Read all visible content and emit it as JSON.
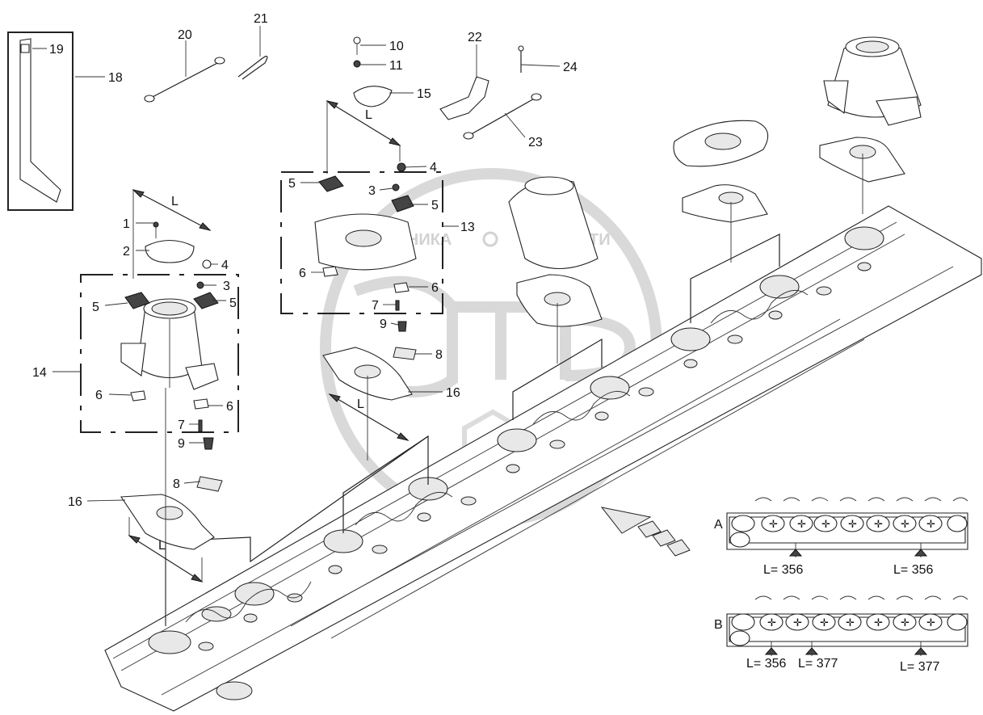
{
  "callouts": {
    "c1": "1",
    "c2": "2",
    "c3a": "3",
    "c3b": "3",
    "c4a": "4",
    "c4b": "4",
    "c5a": "5",
    "c5b": "5",
    "c5c": "5",
    "c5d": "5",
    "c6a": "6",
    "c6b": "6",
    "c6c": "6",
    "c6d": "6",
    "c7a": "7",
    "c7b": "7",
    "c8a": "8",
    "c8b": "8",
    "c9a": "9",
    "c9b": "9",
    "c10": "10",
    "c11": "11",
    "c13": "13",
    "c14": "14",
    "c15": "15",
    "c16a": "16",
    "c16b": "16",
    "c18": "18",
    "c19": "19",
    "c20": "20",
    "c21": "21",
    "c22": "22",
    "c23": "23",
    "c24": "24"
  },
  "dimensions": {
    "L1": "L",
    "L2": "L",
    "L3": "L"
  },
  "variants": {
    "A": {
      "label": "A",
      "dims": [
        "L= 356",
        "L= 356"
      ]
    },
    "B": {
      "label": "B",
      "dims": [
        "L= 356",
        "L= 377",
        "L= 377"
      ]
    }
  },
  "watermark": {
    "text_left": "ТЕХНИКА",
    "text_right": "ЗАПЧАСТИ"
  }
}
